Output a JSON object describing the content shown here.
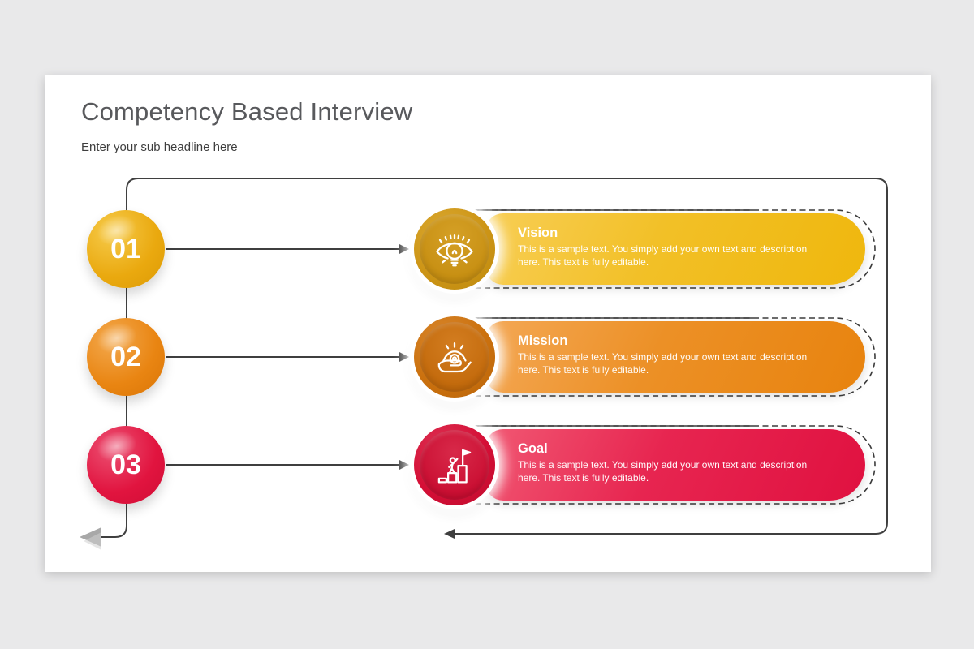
{
  "page": {
    "background_color": "#E9E9EA",
    "slide_background_color": "#FFFFFF"
  },
  "slide": {
    "title": "Competency Based Interview",
    "subtitle": "Enter your sub headline here",
    "title_color": "#58595C"
  },
  "diagram": {
    "connector_line_color": "#3F3F3F",
    "dashed_outline_color": "#3C3C3C",
    "rows": [
      {
        "number": "01",
        "title": "Vision",
        "description": "This is a sample text. You simply add your own text and description here. This text is fully editable.",
        "icon": "idea-eye-icon",
        "colors": {
          "bubble": "#EAA90F",
          "bubble_highlight": "#F6CB4B",
          "icon_disc": "#CD9516",
          "pill_start": "#F8CE55",
          "pill_end": "#EFB70D"
        }
      },
      {
        "number": "02",
        "title": "Mission",
        "description": "This is a sample text. You simply add your own text and description here. This text is fully editable.",
        "icon": "hand-offering-idea-icon",
        "colors": {
          "bubble": "#E98512",
          "bubble_highlight": "#F3A94E",
          "icon_disc": "#CB710E",
          "pill_start": "#F4A855",
          "pill_end": "#E8830E"
        }
      },
      {
        "number": "03",
        "title": "Goal",
        "description": "This is a sample text. You simply add your own text and description here. This text is fully editable.",
        "icon": "achievement-flag-steps-icon",
        "colors": {
          "bubble": "#E1143F",
          "bubble_highlight": "#EC5173",
          "icon_disc": "#D50F36",
          "pill_start": "#F15873",
          "pill_end": "#E01140"
        }
      }
    ]
  }
}
